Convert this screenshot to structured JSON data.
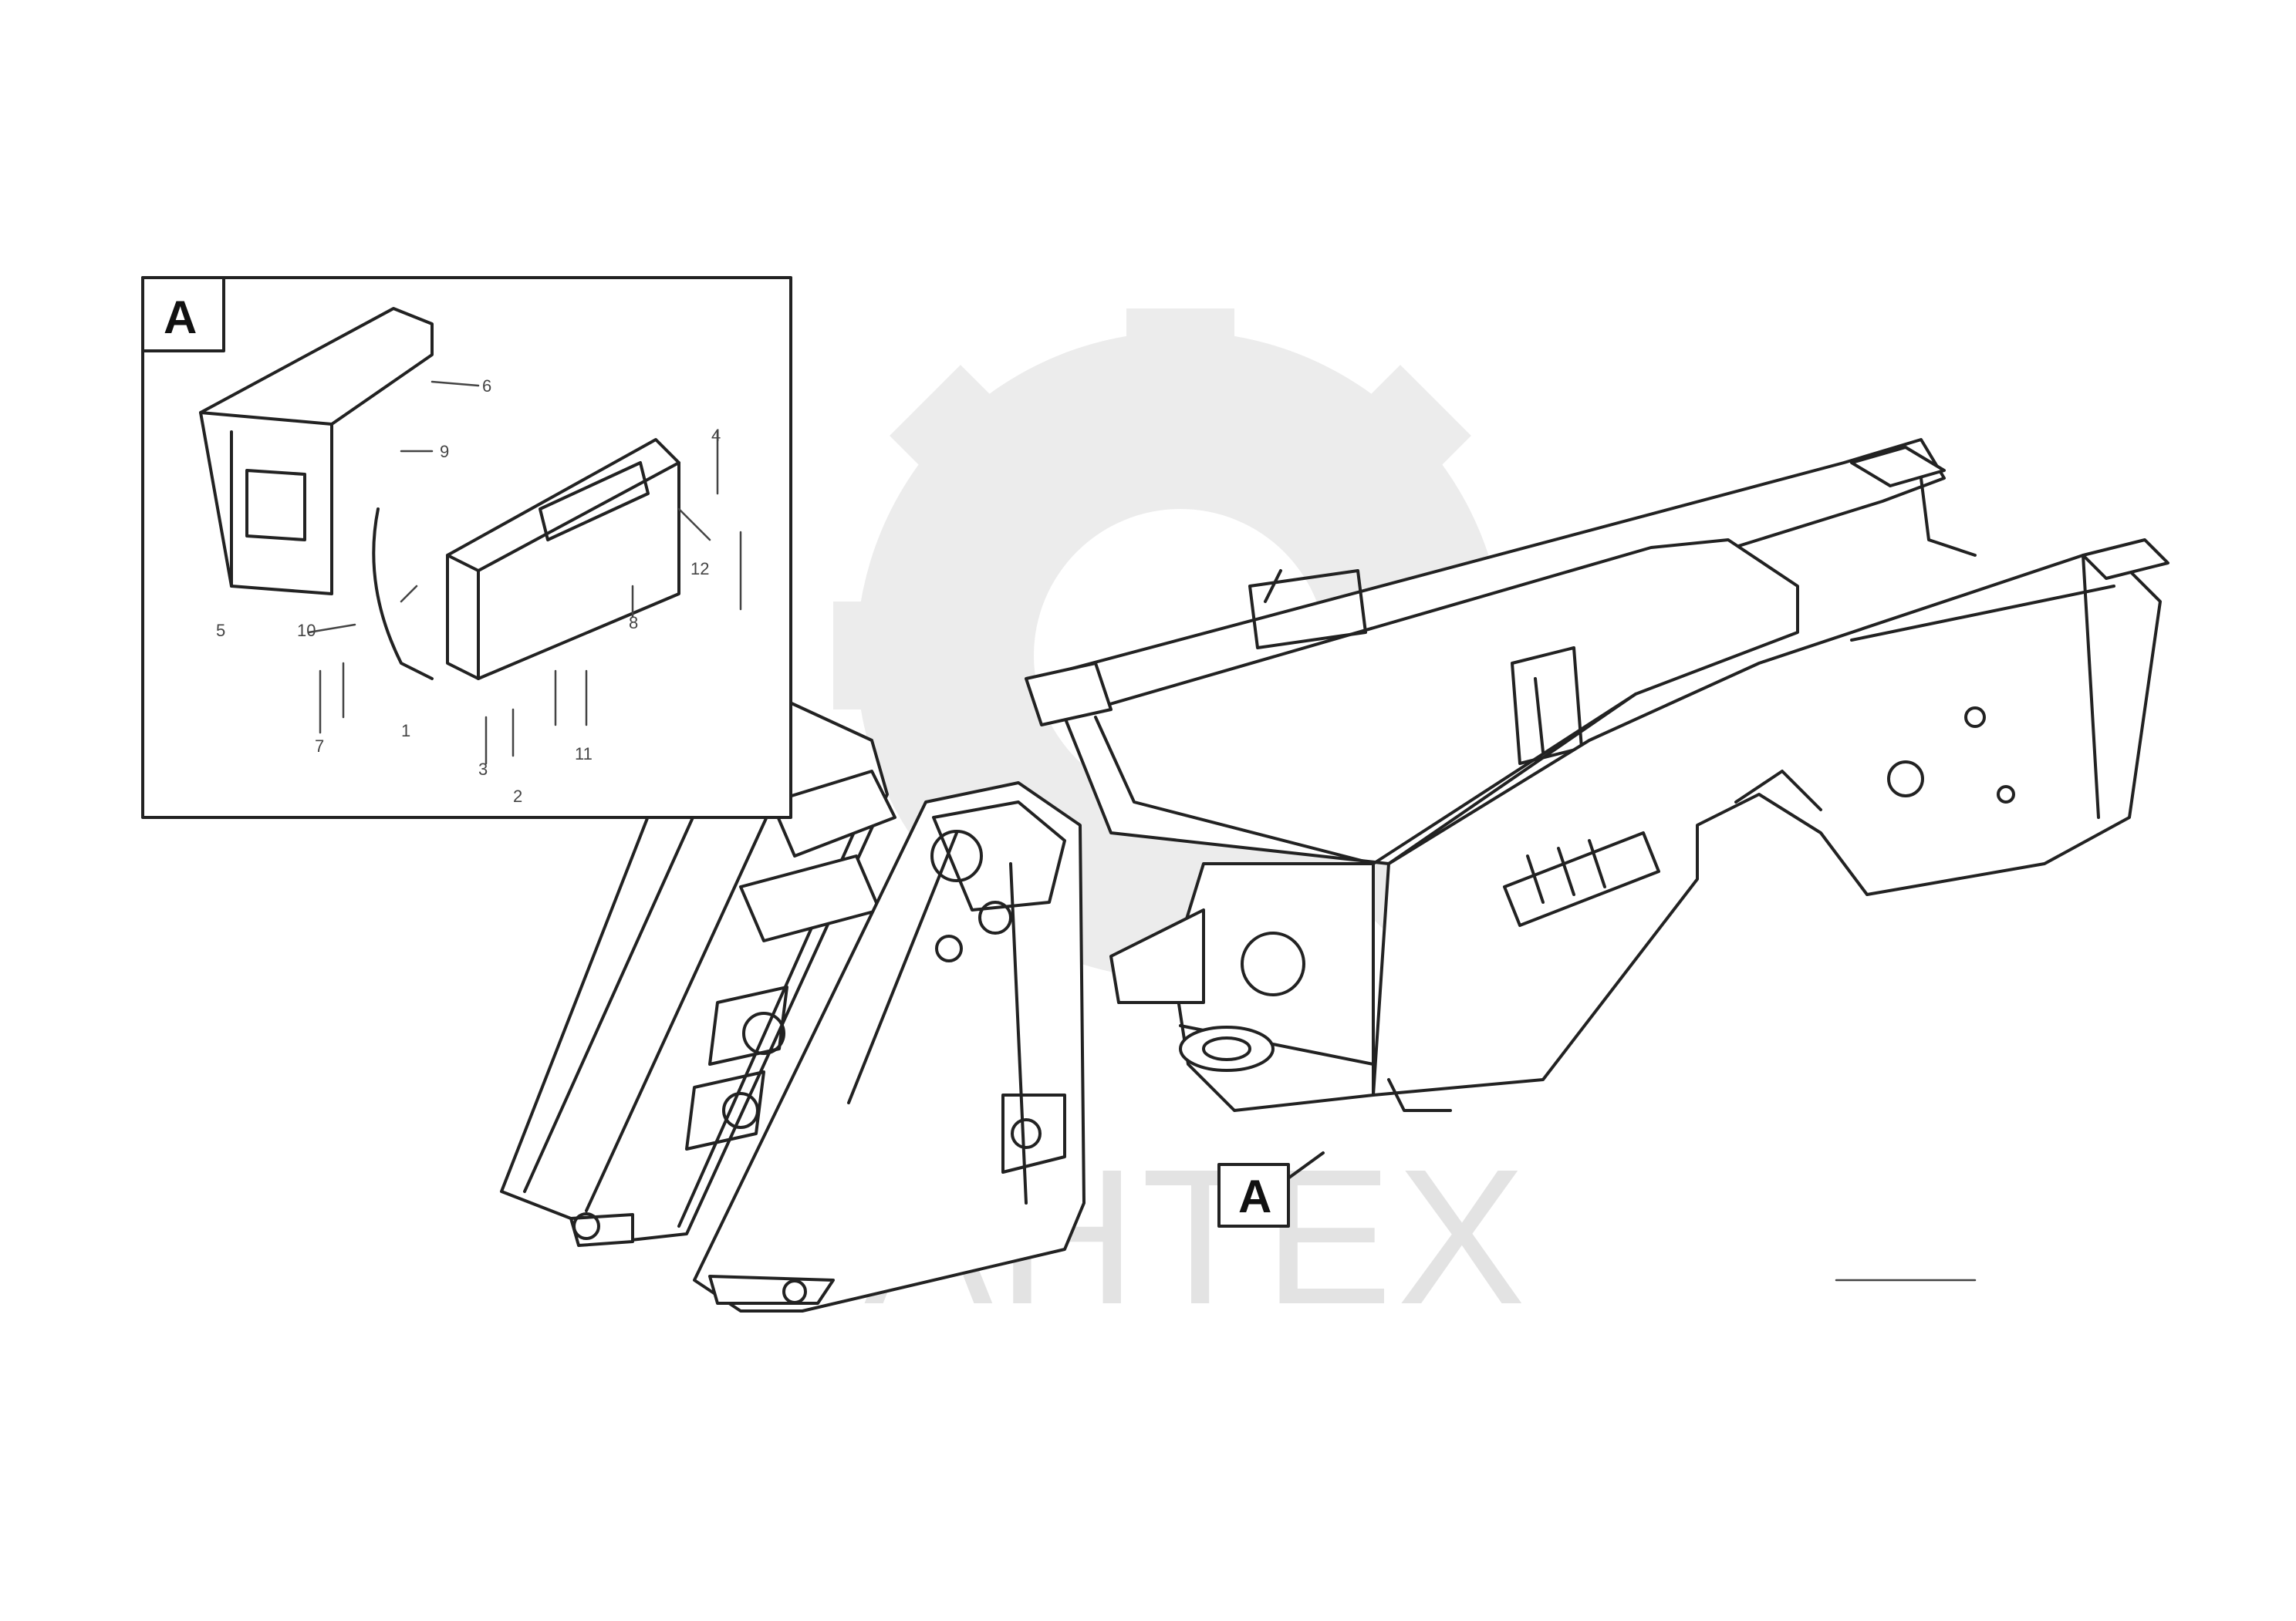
{
  "watermark": {
    "text": "AHTEX",
    "color": "#e3e3e3"
  },
  "inset": {
    "tag": "A",
    "callouts": [
      "6",
      "9",
      "4",
      "12",
      "5",
      "8",
      "10",
      "7",
      "1",
      "3",
      "2",
      "11"
    ]
  },
  "view_marker": {
    "tag": "A"
  },
  "doc_ref": {
    "line1": "",
    "line2": ""
  },
  "colors": {
    "line": "#222222",
    "background": "#ffffff",
    "watermark": "#e3e3e3"
  }
}
